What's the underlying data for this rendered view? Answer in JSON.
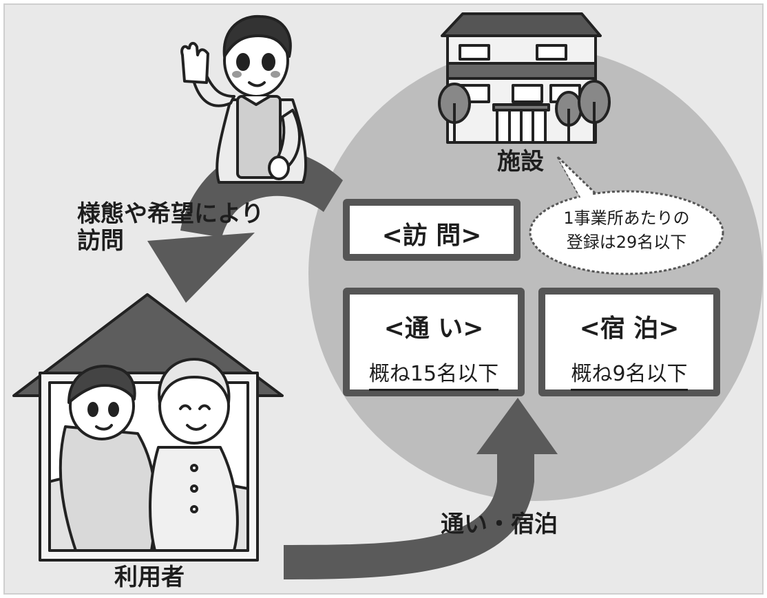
{
  "colors": {
    "background": "#e9e9e9",
    "circle": "#bdbdbd",
    "arrow": "#5a5a5a",
    "box_border": "#555555",
    "text": "#1e1e1e"
  },
  "labels": {
    "facility": "施設",
    "user": "利用者",
    "visit_arrow": "様態や希望により\n訪問",
    "commute_arrow": "通い・宿泊"
  },
  "callout": {
    "line1": "1事業所あたりの",
    "line2": "登録は29名以下"
  },
  "services": {
    "visit": {
      "title": "<訪 問>"
    },
    "commute": {
      "title": "<通 い>",
      "capacity": "概ね15名以下"
    },
    "stay": {
      "title": "<宿 泊>",
      "capacity": "概ね9名以下"
    }
  },
  "illustrations": {
    "staff": "waving-caregiver-illustration",
    "facility": "facility-building-illustration",
    "home": "house-with-caregiver-and-elderly-illustration"
  }
}
